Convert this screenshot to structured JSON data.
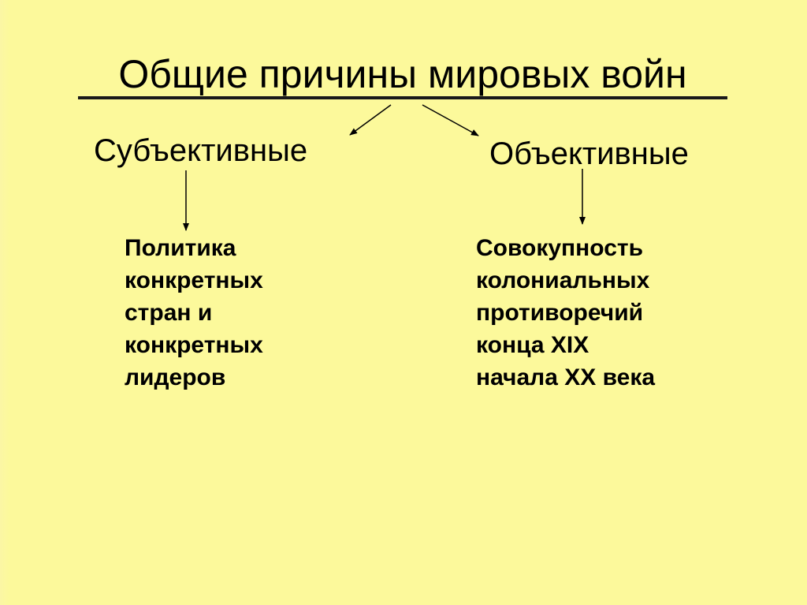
{
  "slide": {
    "background_color": "#fcf99b",
    "title": "Общие причины мировых войн"
  },
  "branches": [
    {
      "label": "Субъективные",
      "detail_lines": [
        "Политика",
        "конкретных",
        "стран и",
        "конкретных",
        "лидеров"
      ]
    },
    {
      "label": "Объективные",
      "detail_lines": [
        "Совокупность",
        "колониальных",
        "противоречий",
        "конца XIX",
        "начала XX века"
      ]
    }
  ],
  "icons": {
    "arrow_to_left": "arrow-down-left-icon",
    "arrow_to_right": "arrow-down-right-icon",
    "arrow_down": "arrow-down-icon"
  }
}
